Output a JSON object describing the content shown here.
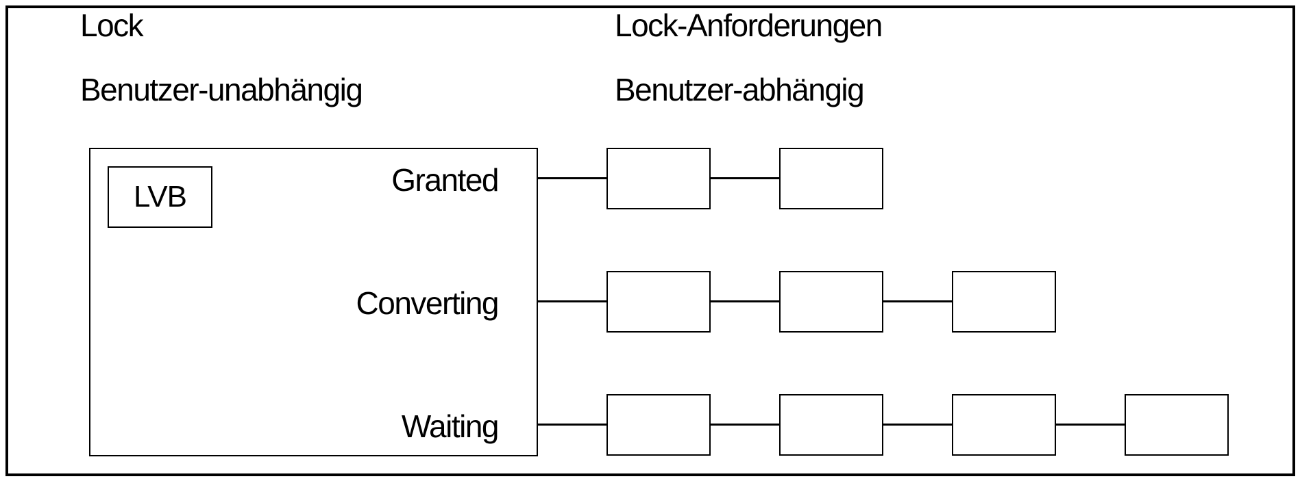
{
  "header": {
    "left_column": {
      "line1": "Lock",
      "line2": "Benutzer-unabhängig"
    },
    "right_column": {
      "line1": "Lock-Anforderungen",
      "line2": "Benutzer-abhängig"
    }
  },
  "lock_block": {
    "lvb_label": "LVB",
    "queues": [
      {
        "id": "granted",
        "label": "Granted",
        "request_boxes": 2
      },
      {
        "id": "converting",
        "label": "Converting",
        "request_boxes": 3
      },
      {
        "id": "waiting",
        "label": "Waiting",
        "request_boxes": 4
      }
    ]
  },
  "colors": {
    "line": "#000000",
    "background": "#ffffff",
    "text": "#000000"
  }
}
